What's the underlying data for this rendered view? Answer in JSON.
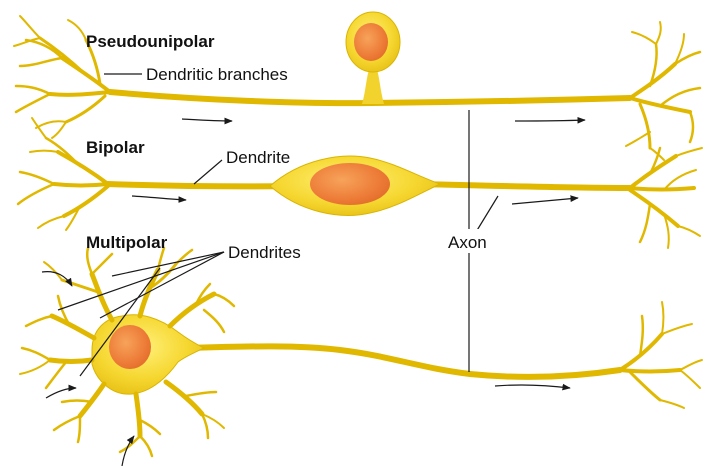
{
  "labels": {
    "pseudounipolar": "Pseudounipolar",
    "dendritic_branches": "Dendritic branches",
    "bipolar": "Bipolar",
    "dendrite": "Dendrite",
    "multipolar": "Multipolar",
    "dendrites": "Dendrites",
    "axon": "Axon"
  },
  "colors": {
    "cell_body": "#f2d32e",
    "cell_stroke": "#d9b500",
    "nucleus": "#ef8a3a",
    "nucleolus_highlight": "#f9b35c",
    "leader": "#1a1a1a"
  }
}
